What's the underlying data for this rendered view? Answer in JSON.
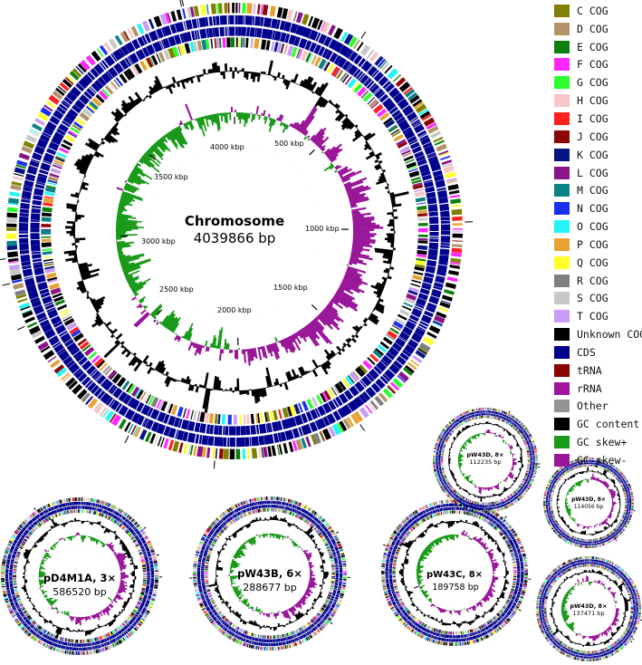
{
  "legend": [
    {
      "label": "C COG",
      "color": "#808000"
    },
    {
      "label": "D COG",
      "color": "#b39469"
    },
    {
      "label": "E COG",
      "color": "#0c7f0c"
    },
    {
      "label": "F COG",
      "color": "#ff27ff"
    },
    {
      "label": "G COG",
      "color": "#2cff2c"
    },
    {
      "label": "H COG",
      "color": "#f7c6c6"
    },
    {
      "label": "I COG",
      "color": "#ff2020"
    },
    {
      "label": "J COG",
      "color": "#8c0606"
    },
    {
      "label": "K COG",
      "color": "#071483"
    },
    {
      "label": "L COG",
      "color": "#8a1389"
    },
    {
      "label": "M COG",
      "color": "#0d8286"
    },
    {
      "label": "N COG",
      "color": "#1a30f0"
    },
    {
      "label": "O COG",
      "color": "#22f5f8"
    },
    {
      "label": "P COG",
      "color": "#e7a236"
    },
    {
      "label": "Q COG",
      "color": "#ffff29"
    },
    {
      "label": "R COG",
      "color": "#808080"
    },
    {
      "label": "S COG",
      "color": "#c8c8c8"
    },
    {
      "label": "T COG",
      "color": "#c99cf6"
    },
    {
      "label": "Unknown COG",
      "color": "#000000"
    },
    {
      "label": "CDS",
      "color": "#00008e"
    },
    {
      "label": "tRNA",
      "color": "#8b0000"
    },
    {
      "label": "rRNA",
      "color": "#a014a0"
    },
    {
      "label": "Other",
      "color": "#949494"
    },
    {
      "label": "GC content",
      "color": "#000000"
    },
    {
      "label": "GC skew+",
      "color": "#1a9a1a"
    },
    {
      "label": "GC skew-",
      "color": "#9a179a"
    }
  ],
  "chromosome": {
    "name": "Chromosome",
    "length": "4039866 bp",
    "ticks": [
      "500 kbp",
      "1000 kbp",
      "1500 kbp",
      "2000 kbp",
      "2500 kbp",
      "3000 kbp",
      "3500 kbp",
      "4000 kbp"
    ]
  },
  "plasmids": [
    {
      "name": "pD4M1A, 3×",
      "length": "586520 bp"
    },
    {
      "name": "pW43B, 6×",
      "length": "288677 bp"
    },
    {
      "name": "pW43C, 8×",
      "length": "189758 bp"
    },
    {
      "name": "pW43D, 8×",
      "length": "112235 bp"
    },
    {
      "name": "pW43D, 8×",
      "length": "114056 bp"
    },
    {
      "name": "pW43D, 8×",
      "length": "137471 bp"
    }
  ]
}
